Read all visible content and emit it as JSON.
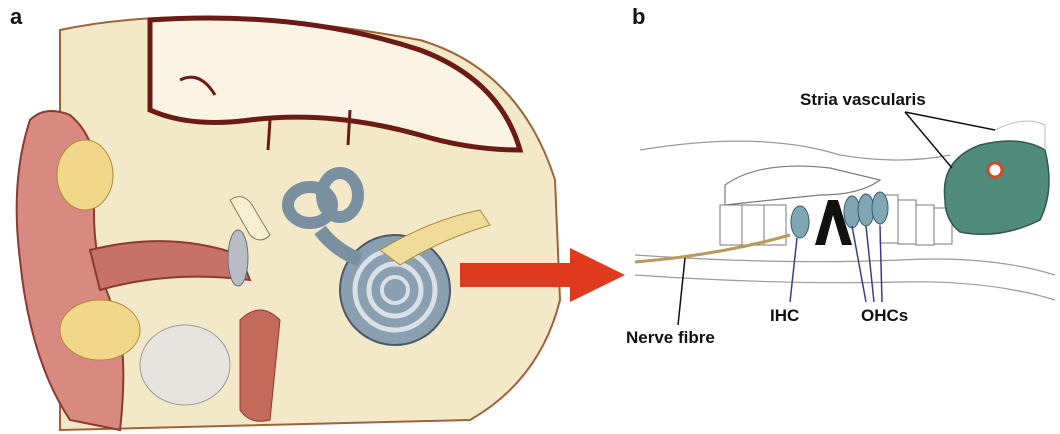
{
  "panels": {
    "a": "a",
    "b": "b"
  },
  "labels": {
    "stria_vascularis": "Stria vascularis",
    "nerve_fibre": "Nerve fibre",
    "ihc": "IHC",
    "ohcs": "OHCs"
  },
  "colors": {
    "arrow": "#e03a1e",
    "skin": "#c8706a",
    "bone": "#efe3b5",
    "cochlea": "#8a9fb0",
    "stria": "#4f8a7a",
    "hair_cell": "#7fa6b4",
    "nerve": "#b89a5a",
    "nerve_line": "#3c3c8a"
  }
}
